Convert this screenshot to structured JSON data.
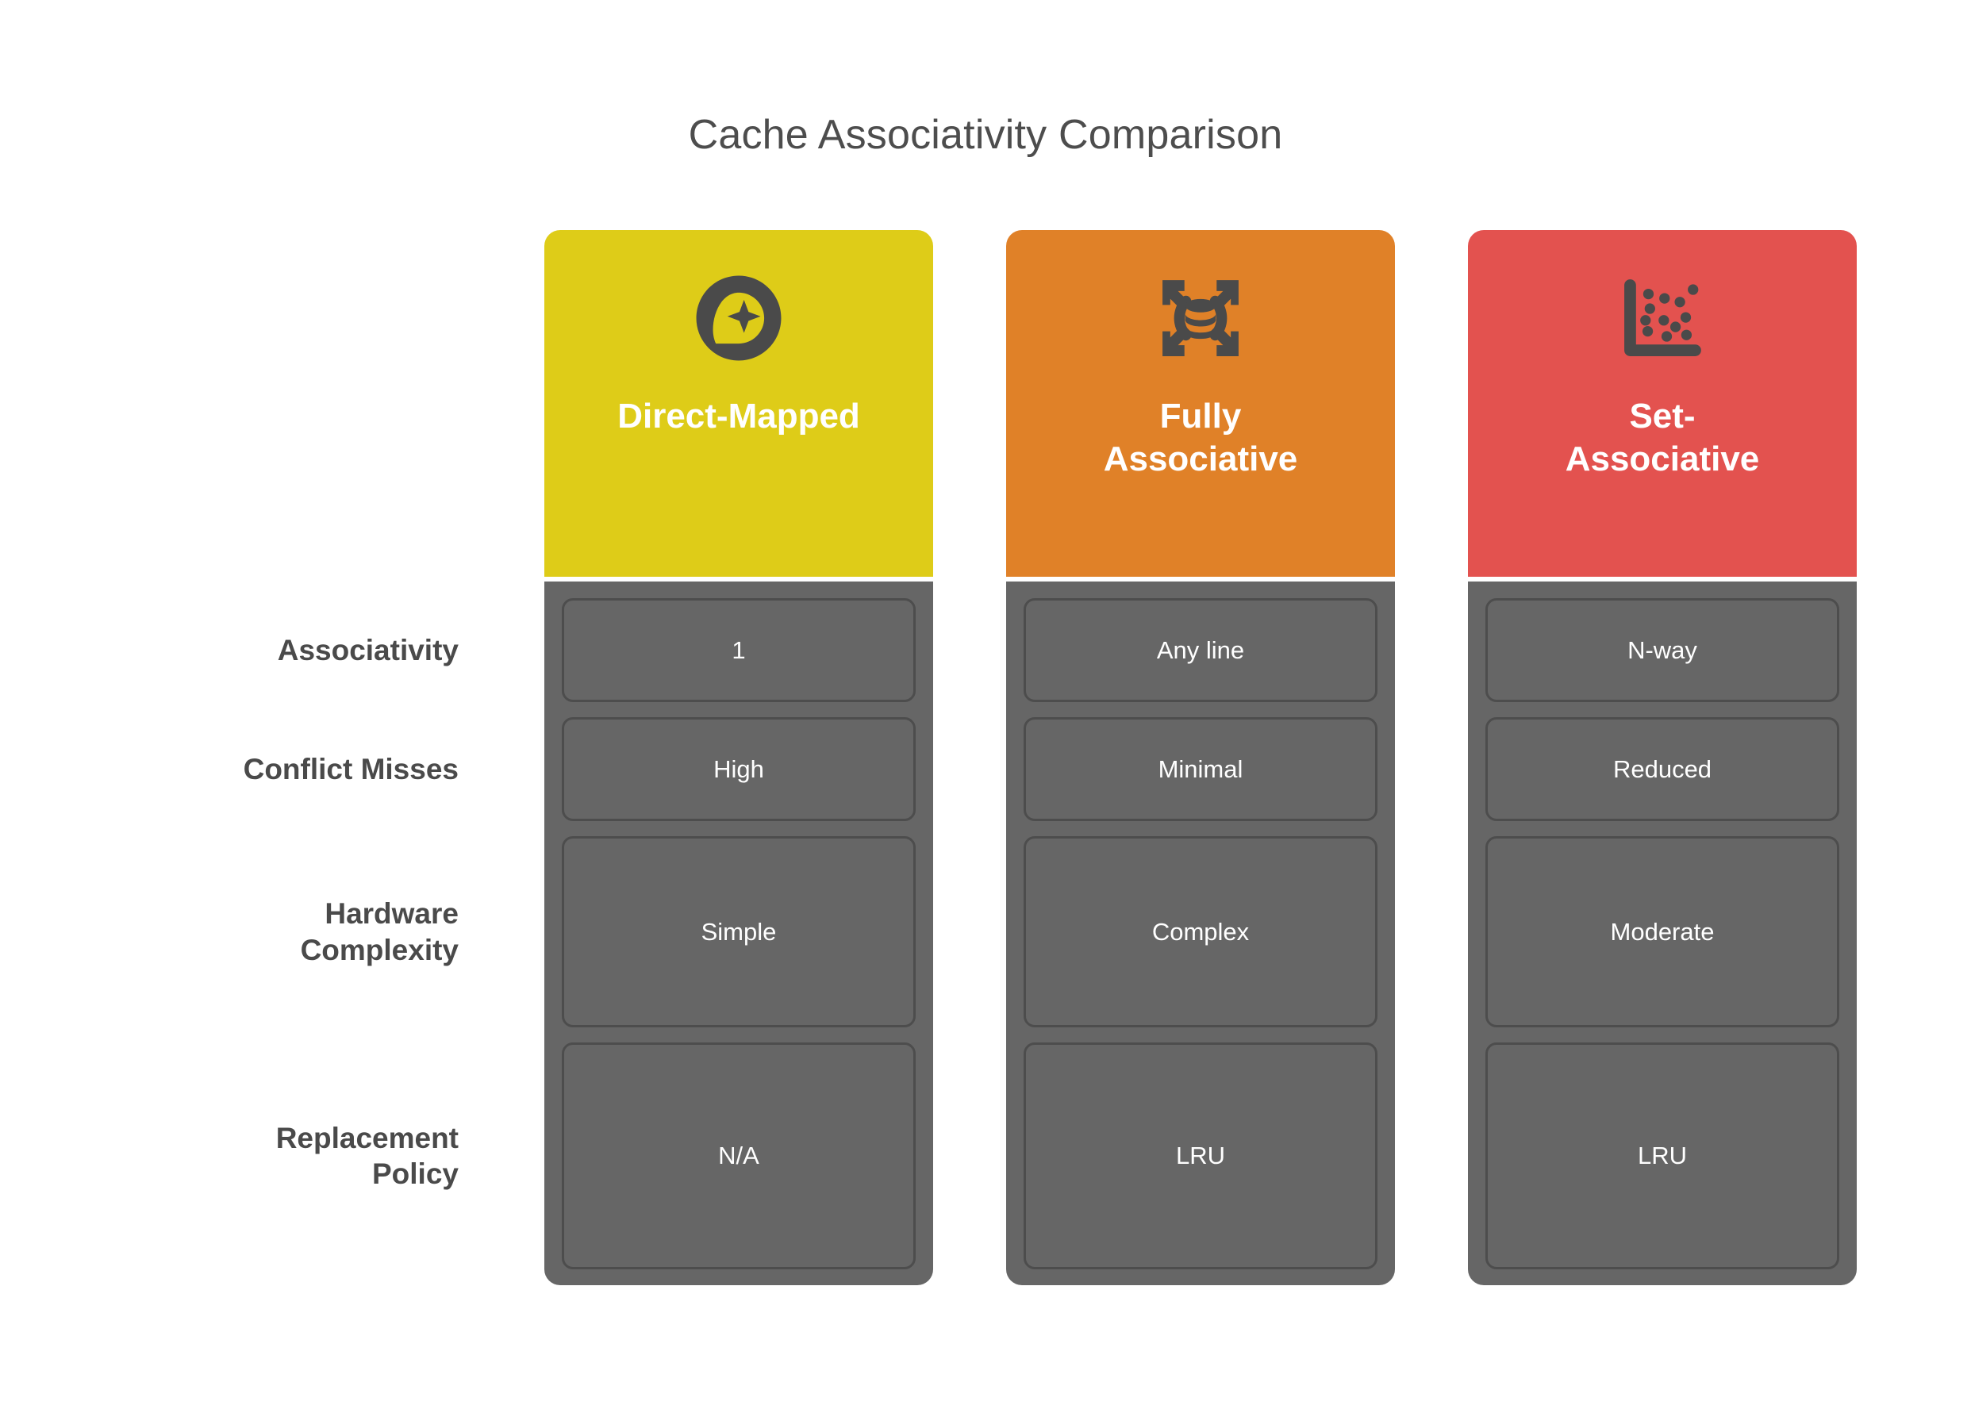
{
  "title": "Cache Associativity Comparison",
  "colors": {
    "background": "#ffffff",
    "title_text": "#4d4d4d",
    "row_label_text": "#4a4a4a",
    "column_body": "#666666",
    "cell_border": "#4d4d4d",
    "cell_text": "#ffffff",
    "header_direct_mapped": "#decc18",
    "header_fully_associative": "#e08128",
    "header_set_associative": "#e3524f",
    "icon_fill": "#4a4a4a"
  },
  "rows": [
    {
      "label_lines": [
        "Associativity"
      ]
    },
    {
      "label_lines": [
        "Conflict Misses"
      ]
    },
    {
      "label_lines": [
        "Hardware",
        "Complexity"
      ]
    },
    {
      "label_lines": [
        "Replacement",
        "Policy"
      ]
    }
  ],
  "columns": [
    {
      "title_lines": [
        "Direct-Mapped"
      ],
      "icon": "sparkle-in-circle-icon",
      "header_color": "#decc18",
      "values": [
        "1",
        "High",
        "Simple",
        "N/A"
      ]
    },
    {
      "title_lines": [
        "Fully",
        "Associative"
      ],
      "icon": "database-expand-icon",
      "header_color": "#e08128",
      "values": [
        "Any line",
        "Minimal",
        "Complex",
        "LRU"
      ]
    },
    {
      "title_lines": [
        "Set-",
        "Associative"
      ],
      "icon": "scatter-plot-icon",
      "header_color": "#e3524f",
      "values": [
        "N-way",
        "Reduced",
        "Moderate",
        "LRU"
      ]
    }
  ],
  "chart_data": {
    "type": "table",
    "title": "Cache Associativity Comparison",
    "columns": [
      "Direct-Mapped",
      "Fully Associative",
      "Set-Associative"
    ],
    "row_headers": [
      "Associativity",
      "Conflict Misses",
      "Hardware Complexity",
      "Replacement Policy"
    ],
    "cells": [
      [
        "1",
        "Any line",
        "N-way"
      ],
      [
        "High",
        "Minimal",
        "Reduced"
      ],
      [
        "Simple",
        "Complex",
        "Moderate"
      ],
      [
        "N/A",
        "LRU",
        "LRU"
      ]
    ]
  }
}
